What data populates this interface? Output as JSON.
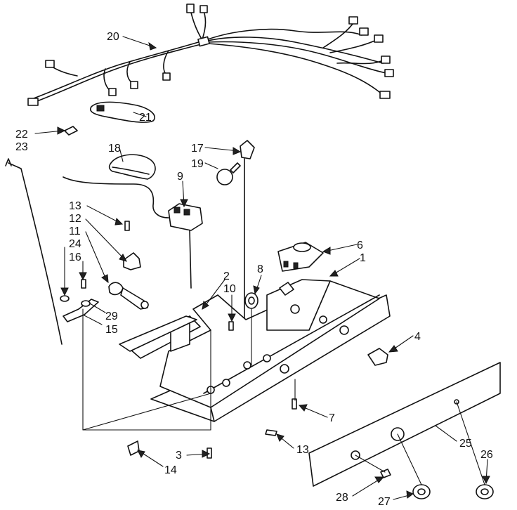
{
  "diagram": {
    "callouts": [
      {
        "id": "c20",
        "text": "20"
      },
      {
        "id": "c21",
        "text": "21"
      },
      {
        "id": "c22",
        "text": "22"
      },
      {
        "id": "c23",
        "text": "23"
      },
      {
        "id": "c18",
        "text": "18"
      },
      {
        "id": "c17",
        "text": "17"
      },
      {
        "id": "c19",
        "text": "19"
      },
      {
        "id": "c9",
        "text": "9"
      },
      {
        "id": "c13a",
        "text": "13"
      },
      {
        "id": "c12",
        "text": "12"
      },
      {
        "id": "c11",
        "text": "11"
      },
      {
        "id": "c24",
        "text": "24"
      },
      {
        "id": "c16",
        "text": "16"
      },
      {
        "id": "c29",
        "text": "29"
      },
      {
        "id": "c15",
        "text": "15"
      },
      {
        "id": "c2",
        "text": "2"
      },
      {
        "id": "c10",
        "text": "10"
      },
      {
        "id": "c8",
        "text": "8"
      },
      {
        "id": "c6",
        "text": "6"
      },
      {
        "id": "c1",
        "text": "1"
      },
      {
        "id": "c4",
        "text": "4"
      },
      {
        "id": "c7",
        "text": "7"
      },
      {
        "id": "c13b",
        "text": "13"
      },
      {
        "id": "c3",
        "text": "3"
      },
      {
        "id": "c14",
        "text": "14"
      },
      {
        "id": "c25",
        "text": "25"
      },
      {
        "id": "c26",
        "text": "26"
      },
      {
        "id": "c28",
        "text": "28"
      },
      {
        "id": "c27",
        "text": "27"
      }
    ],
    "colors": {
      "ink": "#111111",
      "background": "#ffffff"
    }
  }
}
